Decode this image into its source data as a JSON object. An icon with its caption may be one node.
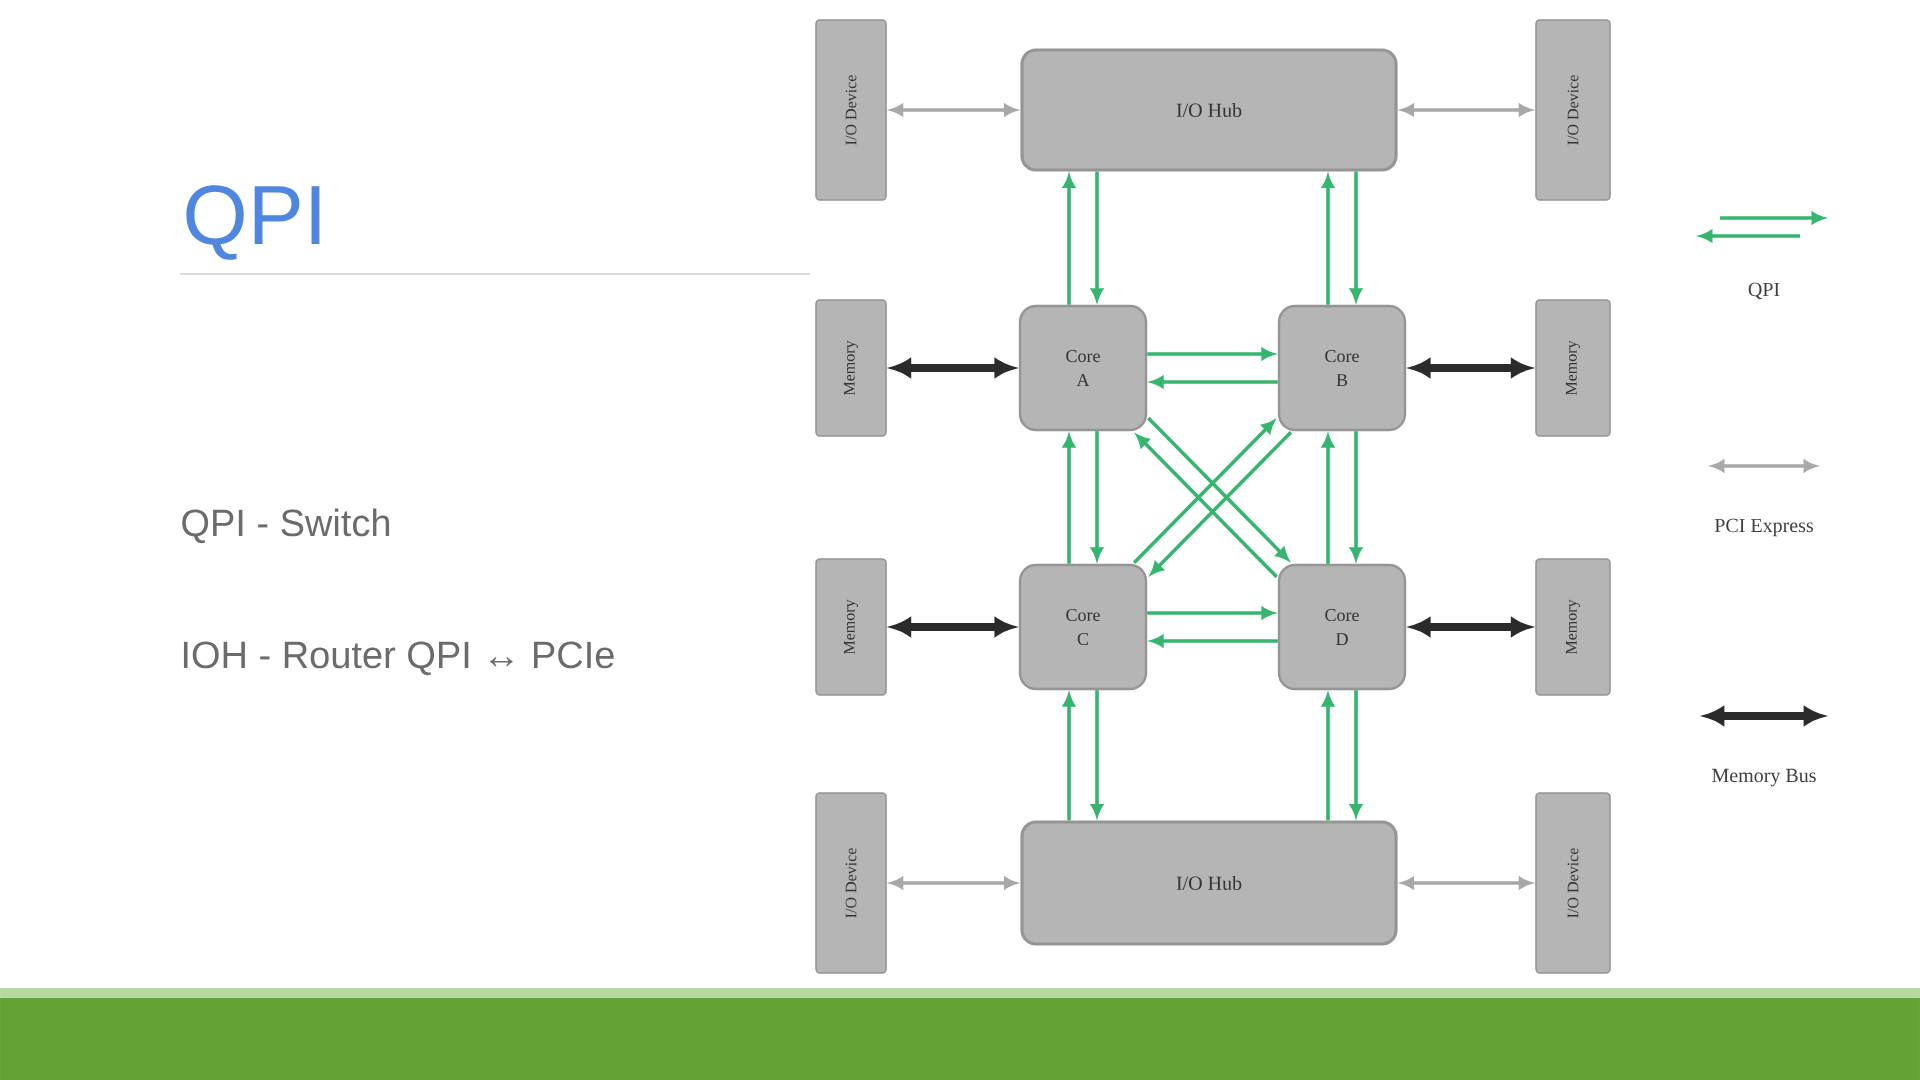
{
  "diagram": {
    "title": "QPI",
    "nodes": [
      {
        "text": [
          "I/O Device"
        ]
      },
      {
        "text": [
          "I/O Hub"
        ]
      },
      {
        "text": [
          "I/O Device"
        ]
      },
      {
        "text": [
          "Memory"
        ]
      },
      {
        "text": [
          "Core A"
        ]
      },
      {
        "text": [
          "Core B"
        ]
      },
      {
        "text": [
          "Memory"
        ]
      },
      {
        "text": [
          "Memory"
        ]
      },
      {
        "text": [
          "Core C"
        ]
      },
      {
        "text": [
          "Core D"
        ]
      },
      {
        "text": [
          "Memory"
        ]
      },
      {
        "text": [
          "I/O Device"
        ]
      },
      {
        "text": [
          "I/O Hub"
        ]
      },
      {
        "text": [
          "I/O Device"
        ]
      }
    ],
    "edges": [
      {
        "from": 0,
        "to": 1,
        "arrow": "both",
        "color": "#a8a8a8"
      },
      {
        "from": 1,
        "to": 2,
        "arrow": "both",
        "color": "#a8a8a8"
      },
      {
        "from": 4,
        "to": 1,
        "arrow": "to"
      },
      {
        "from": 1,
        "to": 4,
        "arrow": "to"
      },
      {
        "from": 5,
        "to": 1,
        "arrow": "to"
      },
      {
        "from": 1,
        "to": 5,
        "arrow": "to"
      },
      {
        "from": 3,
        "to": 4,
        "arrow": "both",
        "style": "thick",
        "color": "#2b2b2b"
      },
      {
        "from": 4,
        "to": 5,
        "arrow": "to"
      },
      {
        "from": 5,
        "to": 4,
        "arrow": "to"
      },
      {
        "from": 5,
        "to": 6,
        "arrow": "both",
        "style": "thick",
        "color": "#2b2b2b"
      },
      {
        "from": 4,
        "to": 8,
        "arrow": "to"
      },
      {
        "from": 8,
        "to": 4,
        "arrow": "to"
      },
      {
        "from": 5,
        "to": 9,
        "arrow": "to"
      },
      {
        "from": 9,
        "to": 5,
        "arrow": "to"
      },
      {
        "from": 4,
        "to": 9,
        "arrow": "to"
      },
      {
        "from": 9,
        "to": 4,
        "arrow": "to"
      },
      {
        "from": 5,
        "to": 8,
        "arrow": "to"
      },
      {
        "from": 8,
        "to": 5,
        "arrow": "to"
      },
      {
        "from": 7,
        "to": 8,
        "arrow": "both",
        "style": "thick",
        "color": "#2b2b2b"
      },
      {
        "from": 8,
        "to": 9,
        "arrow": "to"
      },
      {
        "from": 9,
        "to": 8,
        "arrow": "to"
      },
      {
        "from": 9,
        "to": 10,
        "arrow": "both",
        "style": "thick",
        "color": "#2b2b2b"
      },
      {
        "from": 8,
        "to": 12,
        "arrow": "to"
      },
      {
        "from": 12,
        "to": 8,
        "arrow": "to"
      },
      {
        "from": 9,
        "to": 12,
        "arrow": "to"
      },
      {
        "from": 12,
        "to": 9,
        "arrow": "to"
      },
      {
        "from": 11,
        "to": 12,
        "arrow": "both",
        "color": "#a8a8a8"
      },
      {
        "from": 12,
        "to": 13,
        "arrow": "both",
        "color": "#a8a8a8"
      }
    ],
    "labels": [
      "QPI - Switch",
      "IOH - Router QPI ↔ PCIe"
    ],
    "legend": [
      {
        "text": "QPI"
      },
      {
        "text": "PCI Express"
      },
      {
        "text": "Memory Bus"
      }
    ]
  }
}
